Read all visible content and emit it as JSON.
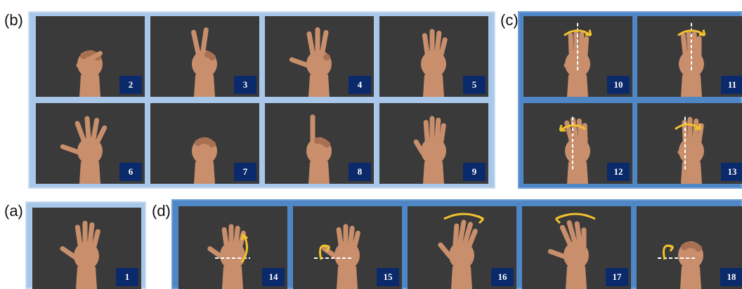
{
  "labels": {
    "a": "(a)",
    "b": "(b)",
    "c": "(c)",
    "d": "(d)"
  },
  "panel_a": {
    "tiles": [
      {
        "num": "1",
        "gesture": "open-palm"
      }
    ]
  },
  "panel_b": {
    "tiles": [
      {
        "num": "2",
        "gesture": "thumb-out"
      },
      {
        "num": "3",
        "gesture": "two-fingers"
      },
      {
        "num": "4",
        "gesture": "three-fingers"
      },
      {
        "num": "5",
        "gesture": "four-fingers"
      },
      {
        "num": "6",
        "gesture": "spread-five"
      },
      {
        "num": "7",
        "gesture": "fist"
      },
      {
        "num": "8",
        "gesture": "index-up"
      },
      {
        "num": "9",
        "gesture": "flat-palm"
      }
    ]
  },
  "panel_c": {
    "tiles": [
      {
        "num": "10",
        "gesture": "rotate-clockwise"
      },
      {
        "num": "11",
        "gesture": "rotate-counter"
      },
      {
        "num": "12",
        "gesture": "side-rotate-left"
      },
      {
        "num": "13",
        "gesture": "side-rotate-right"
      }
    ]
  },
  "panel_d": {
    "tiles": [
      {
        "num": "14",
        "gesture": "flex-down"
      },
      {
        "num": "15",
        "gesture": "extend-up"
      },
      {
        "num": "16",
        "gesture": "tilt-right"
      },
      {
        "num": "17",
        "gesture": "tilt-left"
      },
      {
        "num": "18",
        "gesture": "fist-rotate"
      }
    ]
  },
  "colors": {
    "tile_bg": "#3a3a3a",
    "skin": "#c98f6c",
    "skin_shade": "#a86f50",
    "badge": "#0b2a6b",
    "arrow": "#f2c12e",
    "frame_light": "#a9c7e9",
    "frame_dark": "#4f86c6"
  }
}
